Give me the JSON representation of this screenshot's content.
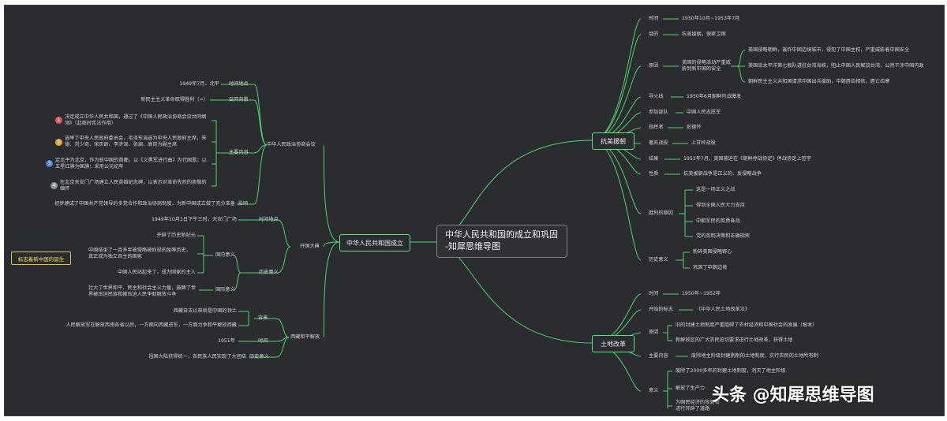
{
  "center": {
    "line1": "中华人民共和国的成立和巩固",
    "line2": "-知犀思维导图"
  },
  "branches": {
    "kangmei": "抗美援朝",
    "tudi": "土地改革",
    "chengli": "中华人民共和国成立"
  },
  "left": {
    "zhengxie": "中华人民政治协商会议",
    "zx_time_label": "时间地点",
    "zx_time_value": "1949年7月，北平",
    "zx_bg_label": "召开背景",
    "zx_bg_value": "新民主主义革命取得胜利（=）",
    "zx_content_label": "主要内容",
    "zx_items": [
      {
        "n": "1",
        "text": "决定成立中华人民共和国，通过了《中国人民政治协商会议共同纲领》（起临时宪法作用）",
        "color": "#e45a5a"
      },
      {
        "n": "2",
        "text": "选举了中央人民政府委员会，毛泽东当选为中央人民政府主席，朱德、刘少奇、宋庆龄、李济深、张澜、高岗为副主席",
        "color": "#e6a23c"
      },
      {
        "n": "3",
        "text": "定北平为北京，作为新中国的首都，以《义勇军进行曲》为代国歌；以五星红旗为国旗；采用公元纪年",
        "color": "#4a7fe0"
      },
      {
        "n": "4",
        "text": "在北京天安门广场建立人民英雄纪念碑，以表示对革命先烈的崇敬的缅怀",
        "color": "#8f939a"
      }
    ],
    "zx_effect_label": "影响",
    "zx_effect_value": "初步建成了中国共产党领导的多党合作和政治协商制度，为新中国成立做了充分准备",
    "kaiguo": "开国大典",
    "kg_time_label": "时间地点",
    "kg_time_value": "1949年10月1日下午三时，天安门广场",
    "kg_meaning_label": "历史意义",
    "kg_domestic_label": "国内意义",
    "kg_dom_1": "开辟了历史新纪元",
    "kg_dom_2": "中国结束了一百多年被侵略被奴役的屈辱历史，真正成为独立自主的国家",
    "kg_dom_3": "中国人民站起来了，成为国家的主人",
    "kg_intl_label": "国际意义",
    "kg_intl_value": "壮大了世界和平、民主和社会主义力量，鼓舞了世界被压迫民族和被压迫人民争取解放斗争",
    "badge": "标志着新中国的诞生",
    "xizang": "西藏和平解放",
    "xz_bg_label": "背景",
    "xz_bg_1": "西藏自古以来就是中国的领土",
    "xz_bg_2": "人民解放军在解放西南各省以后，一方面向西藏进军，一方面力争和平解放西藏",
    "xz_time_label": "时间",
    "xz_time_value": "1951年",
    "xz_meaning_label": "历史意义",
    "xz_meaning_value": "祖国大陆获得统一，各民族人民实现了大团结"
  },
  "right_km": {
    "time_label": "时间",
    "time_value": "1950年10月~1953年7月",
    "goal_label": "目的",
    "goal_value": "抗美援朝，保家卫国",
    "reason_label": "原因",
    "reason_mid": "美国的侵略活动严重威胁到新中国的安全",
    "reason_1": "美国侵略朝鲜，轰炸中国边境城市，侵犯了中国主权，严重威胁着中国安全",
    "reason_2": "美国派太平洋第七舰队进驻台湾海峡，阻止中国人民解放台湾，公然干涉中国内政",
    "reason_3": "朝鲜民主主义共和国请求中国出兵援助，中朝唇齿相依，唇亡齿寒",
    "fuse_label": "导火线",
    "fuse_value": "1950年6月朝鲜内战爆发",
    "army_label": "参加部队",
    "army_value": "中国人民志愿军",
    "cmd_label": "指挥者",
    "cmd_value": "彭德怀",
    "battle_label": "著名战役",
    "battle_value": "上甘岭战役",
    "result_label": "结果",
    "result_value": "1953年7月，美国被迫在《朝鲜停战协定》停战协定上签字",
    "nature_label": "性质",
    "nature_value": "抗美援朝战争是正义的、反侵略战争",
    "win_label": "胜利的原因",
    "win_1": "这是一场正义之战",
    "win_2": "得到全国人民大力支持",
    "win_3": "中朝军民的英勇奋战",
    "win_4": "党的英明决策和正确指挥",
    "mean_label": "历史意义",
    "mean_1": "粉碎美国侵略野心",
    "mean_2": "巩固了中朝边境"
  },
  "right_td": {
    "time_label": "时间",
    "time_value": "1950年~1952年",
    "start_label": "开始的标志",
    "start_value": "《中华人民土地改革法》",
    "reason_label": "原因",
    "reason_1": "旧的封建土地制度严重阻碍了农村经济和中国社会的发展（根本）",
    "reason_2": "新解放区的广大农民迫切要求进行土地改革，获得土地",
    "content_label": "主要内容",
    "content_value": "废除地主阶级封建剥削的土地制度，实行农民的土地所有制",
    "mean_label": "意义",
    "mean_1": "废除了2000多年的封建土地制度，消灭了地主阶级",
    "mean_2": "解放了生产力",
    "mean_3": "为国民经济的恢复和进行开辟了道路"
  },
  "watermark": "头条 @知犀思维导图"
}
